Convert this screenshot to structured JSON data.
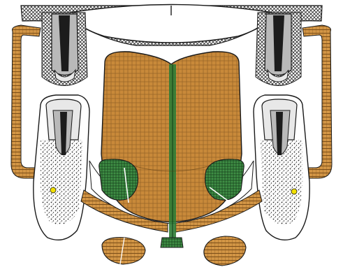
{
  "figure": {
    "kind": "anatomical cross-section illustration",
    "text_labels": []
  },
  "colors": {
    "background": "#ffffff",
    "outline": "#1a1a1a",
    "muscle": "#c8893a",
    "muscle_dark": "#8a5a1e",
    "gland": "#3f8f45",
    "gland_dark": "#1f5a28",
    "septum": "#2f7d36",
    "bone_speckle": "#2a2a2a",
    "tooth_enamel": "#e8e8e8",
    "tooth_dentin": "#b9b9b9",
    "pulp": "#1c1c1c",
    "foramen": "#f2e000"
  },
  "icons": [
    "upper-left-molar",
    "upper-right-molar",
    "lower-left-molar",
    "lower-right-molar",
    "tongue",
    "sublingual-gland-left",
    "sublingual-gland-right",
    "mylohyoid-left",
    "mylohyoid-right",
    "buccinator-left",
    "buccinator-right",
    "digastric-left",
    "digastric-right"
  ]
}
